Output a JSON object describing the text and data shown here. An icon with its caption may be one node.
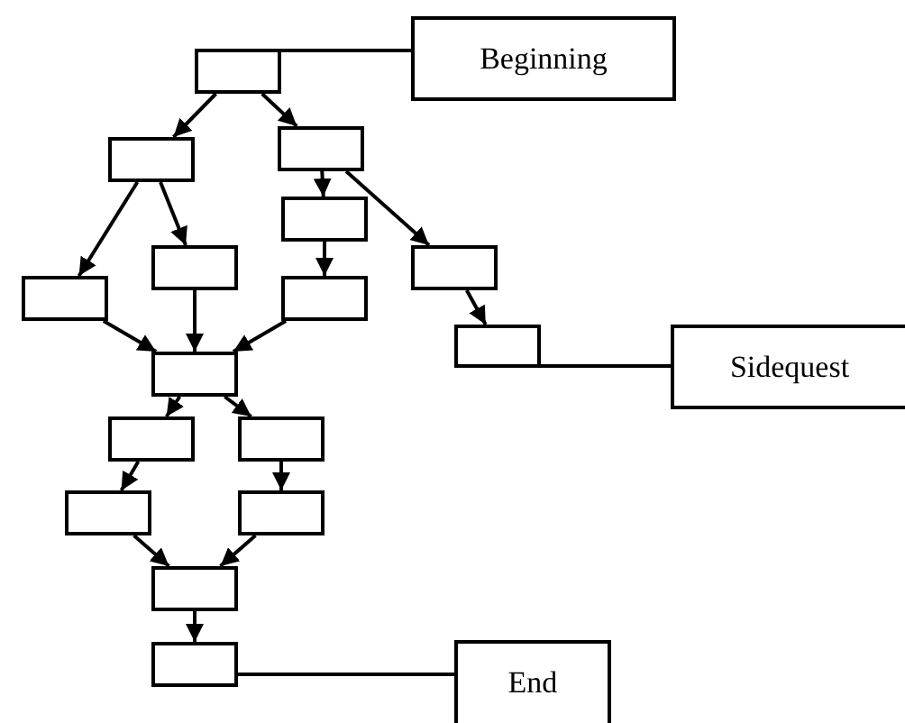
{
  "diagram": {
    "nodes": [
      {
        "text": [
          "Beginning"
        ]
      },
      {
        "text": [],
        "shape": "box"
      },
      {
        "text": [],
        "shape": "box"
      },
      {
        "text": [],
        "shape": "box"
      },
      {
        "text": [],
        "shape": "box"
      },
      {
        "text": [],
        "shape": "box"
      },
      {
        "text": [],
        "shape": "box"
      },
      {
        "text": [],
        "shape": "box"
      },
      {
        "text": [],
        "shape": "box"
      },
      {
        "text": [],
        "shape": "box"
      },
      {
        "text": [
          "Sidequest"
        ]
      },
      {
        "text": [],
        "shape": "box"
      },
      {
        "text": [],
        "shape": "box"
      },
      {
        "text": [],
        "shape": "box"
      },
      {
        "text": [],
        "shape": "box"
      },
      {
        "text": [],
        "shape": "box"
      },
      {
        "text": [],
        "shape": "box"
      },
      {
        "text": [],
        "shape": "box"
      },
      {
        "text": [
          "End"
        ]
      }
    ],
    "edges": [
      {
        "from": 1,
        "to": 0,
        "arrow": "none"
      },
      {
        "from": 1,
        "to": 2,
        "arrow": "to"
      },
      {
        "from": 1,
        "to": 3,
        "arrow": "to"
      },
      {
        "from": 2,
        "to": 5,
        "arrow": "to"
      },
      {
        "from": 2,
        "to": 6,
        "arrow": "to"
      },
      {
        "from": 3,
        "to": 4,
        "arrow": "to"
      },
      {
        "from": 3,
        "to": 8,
        "arrow": "to"
      },
      {
        "from": 4,
        "to": 7,
        "arrow": "to"
      },
      {
        "from": 8,
        "to": 9,
        "arrow": "to"
      },
      {
        "from": 9,
        "to": 10,
        "arrow": "none"
      },
      {
        "from": 5,
        "to": 11,
        "arrow": "to"
      },
      {
        "from": 6,
        "to": 11,
        "arrow": "to"
      },
      {
        "from": 7,
        "to": 11,
        "arrow": "to"
      },
      {
        "from": 11,
        "to": 12,
        "arrow": "to"
      },
      {
        "from": 11,
        "to": 13,
        "arrow": "to"
      },
      {
        "from": 12,
        "to": 14,
        "arrow": "to"
      },
      {
        "from": 13,
        "to": 15,
        "arrow": "to"
      },
      {
        "from": 14,
        "to": 16,
        "arrow": "to"
      },
      {
        "from": 15,
        "to": 16,
        "arrow": "to"
      },
      {
        "from": 16,
        "to": 17,
        "arrow": "to"
      },
      {
        "from": 17,
        "to": 18,
        "arrow": "none"
      }
    ]
  }
}
